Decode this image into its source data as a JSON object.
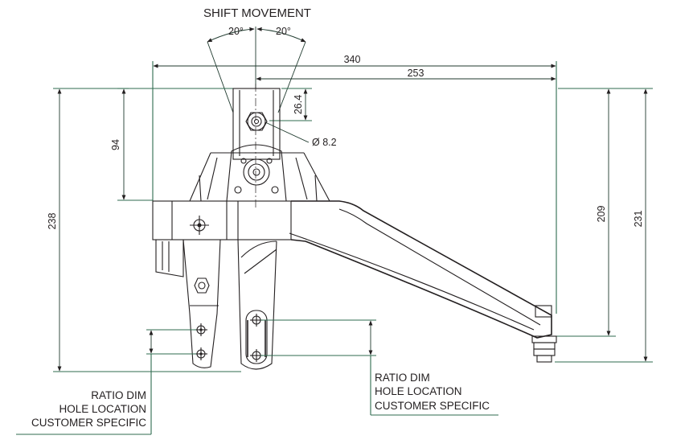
{
  "title": "SHIFT MOVEMENT",
  "angles": {
    "left": "20°",
    "right": "20°"
  },
  "dimensions": {
    "overall_width": "340",
    "pivot_to_end": "253",
    "pivot_to_top": "26.4",
    "hole_diameter": "Ø 8.2",
    "pivot_height": "94",
    "overall_height": "238",
    "arm_height_inner": "209",
    "arm_height_outer": "231"
  },
  "notes": {
    "left": [
      "RATIO DIM",
      "HOLE LOCATION",
      "CUSTOMER SPECIFIC"
    ],
    "right": [
      "RATIO DIM",
      "HOLE LOCATION",
      "CUSTOMER SPECIFIC"
    ]
  }
}
